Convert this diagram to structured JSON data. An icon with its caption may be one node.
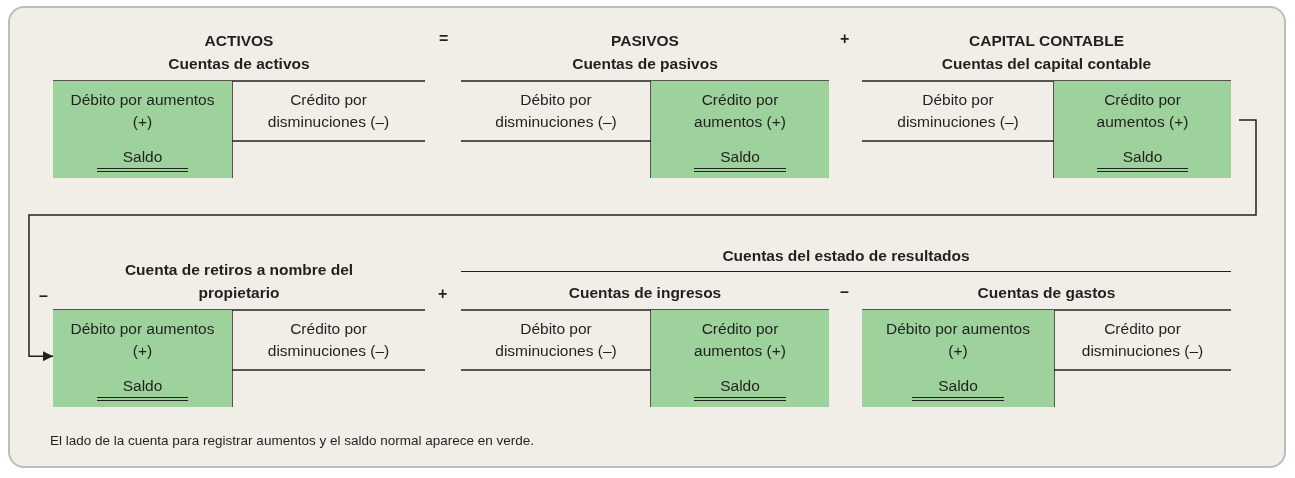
{
  "diagram": {
    "caption": "El lado de la cuenta para registrar aumentos y el saldo normal aparece en verde.",
    "nodes": [
      {
        "text": [
          "ACTIVOS",
          "Cuentas de activos"
        ]
      },
      {
        "text": [
          "Débito por aumentos (+)"
        ],
        "in": 0
      },
      {
        "text": [
          "Crédito por disminuciones (–)"
        ],
        "in": 0
      },
      {
        "text": [
          "Saldo"
        ],
        "in": 0
      },
      {
        "text": [
          "PASIVOS",
          "Cuentas de pasivos"
        ]
      },
      {
        "text": [
          "Débito por disminuciones (–)"
        ],
        "in": 4
      },
      {
        "text": [
          "Crédito por aumentos (+)"
        ],
        "in": 4
      },
      {
        "text": [
          "Saldo"
        ],
        "in": 4
      },
      {
        "text": [
          "CAPITAL CONTABLE",
          "Cuentas del capital contable"
        ]
      },
      {
        "text": [
          "Débito por disminuciones (–)"
        ],
        "in": 8
      },
      {
        "text": [
          "Crédito por aumentos (+)"
        ],
        "in": 8
      },
      {
        "text": [
          "Saldo"
        ],
        "in": 8
      },
      {
        "text": [
          "Cuenta de retiros a nombre del propietario"
        ]
      },
      {
        "text": [
          "Débito por aumentos (+)"
        ],
        "in": 12
      },
      {
        "text": [
          "Crédito por disminuciones (–)"
        ],
        "in": 12
      },
      {
        "text": [
          "Saldo"
        ],
        "in": 12
      },
      {
        "text": [
          "Cuentas del estado de resultados"
        ]
      },
      {
        "text": [
          "Cuentas de ingresos"
        ],
        "in": 16
      },
      {
        "text": [
          "Débito por disminuciones (–)"
        ],
        "in": 17
      },
      {
        "text": [
          "Crédito por aumentos (+)"
        ],
        "in": 17
      },
      {
        "text": [
          "Saldo"
        ],
        "in": 17
      },
      {
        "text": [
          "Cuentas de gastos"
        ],
        "in": 16
      },
      {
        "text": [
          "Débito por aumentos (+)"
        ],
        "in": 21
      },
      {
        "text": [
          "Crédito por disminuciones (–)"
        ],
        "in": 21
      },
      {
        "text": [
          "Saldo"
        ],
        "in": 21
      }
    ],
    "edges": [
      {
        "from": 10,
        "to": 13,
        "arrow": "to"
      }
    ],
    "labels": [
      "=",
      "+",
      "–",
      "+",
      "–"
    ]
  }
}
